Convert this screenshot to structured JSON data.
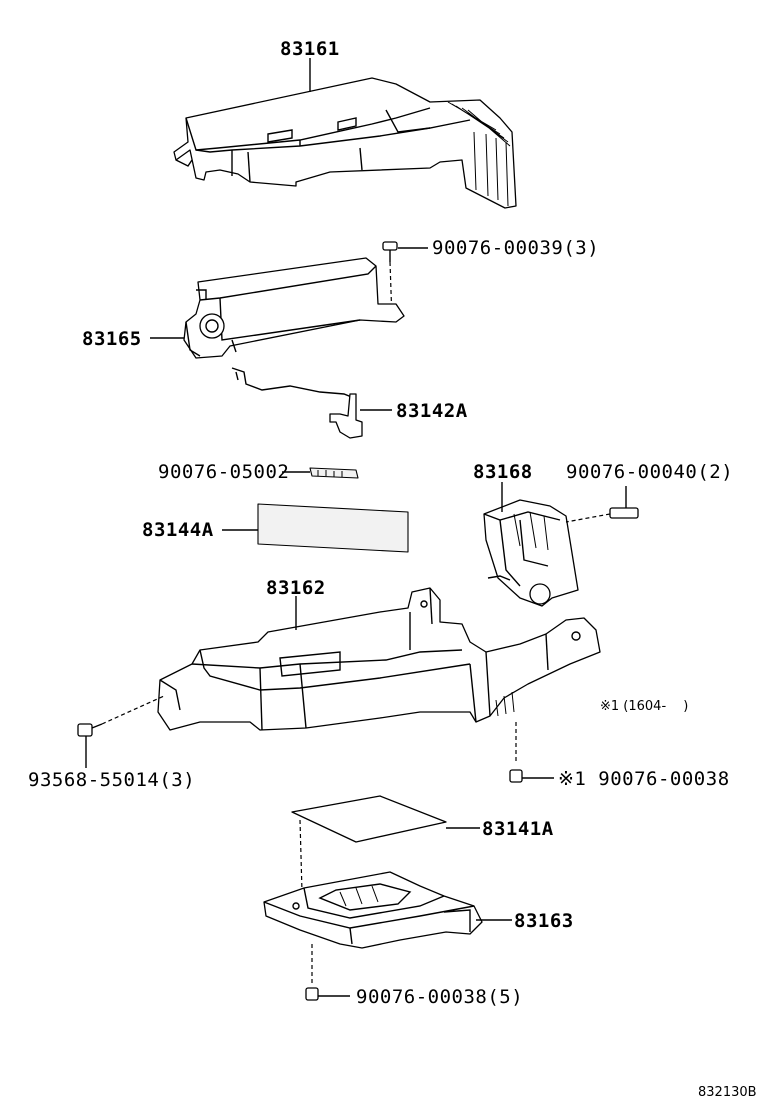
{
  "diagram": {
    "labels": {
      "p83161": "83161",
      "p90076_00039": "90076-00039(3)",
      "p83165": "83165",
      "p83142A": "83142A",
      "p90076_05002": "90076-05002",
      "p83168": "83168",
      "p90076_00040": "90076-00040(2)",
      "p83144A": "83144A",
      "p83162": "83162",
      "note_1604": "※1 (1604-　 )",
      "p93568_55014": "93568-55014(3)",
      "p90076_00038_x1": "※1 90076-00038",
      "p83141A": "83141A",
      "p83163": "83163",
      "p90076_00038_5": "90076-00038(5)",
      "ref_code": "832130B"
    }
  }
}
